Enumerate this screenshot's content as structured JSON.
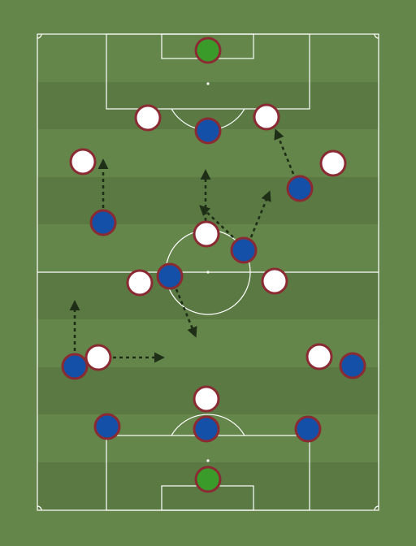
{
  "colors": {
    "grass_light": "#65864a",
    "grass_dark": "#5b7a43",
    "lines": "#ffffff",
    "player_outline": "#8a2b33",
    "team_white": "#ffffff",
    "team_blue": "#1550a8",
    "goalkeeper": "#3a9a2a",
    "arrow": "#1f2f17"
  },
  "legend": {
    "player_types": [
      "white",
      "blue",
      "goalkeeper"
    ],
    "icon": "player-circle-icon"
  }
}
